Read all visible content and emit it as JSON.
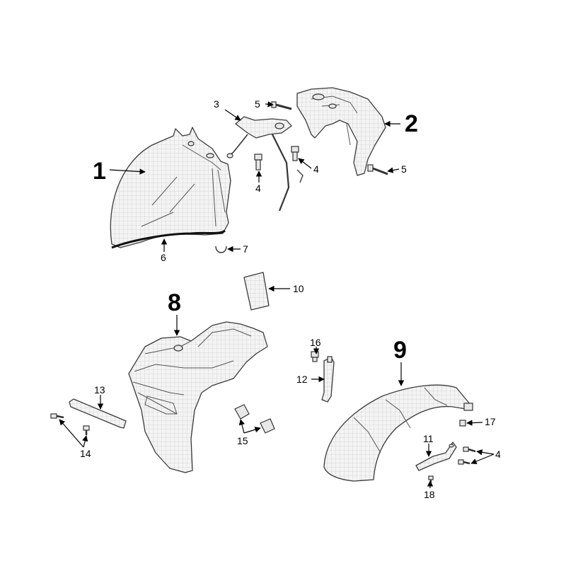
{
  "diagram": {
    "parts": [
      {
        "number": "1"
      },
      {
        "number": "2"
      },
      {
        "number": "3"
      },
      {
        "number": "4"
      },
      {
        "number": "5"
      },
      {
        "number": "6"
      },
      {
        "number": "7"
      },
      {
        "number": "8"
      },
      {
        "number": "9"
      },
      {
        "number": "10"
      },
      {
        "number": "11"
      },
      {
        "number": "12"
      },
      {
        "number": "13"
      },
      {
        "number": "14"
      },
      {
        "number": "15"
      },
      {
        "number": "16"
      },
      {
        "number": "17"
      },
      {
        "number": "18"
      }
    ]
  }
}
